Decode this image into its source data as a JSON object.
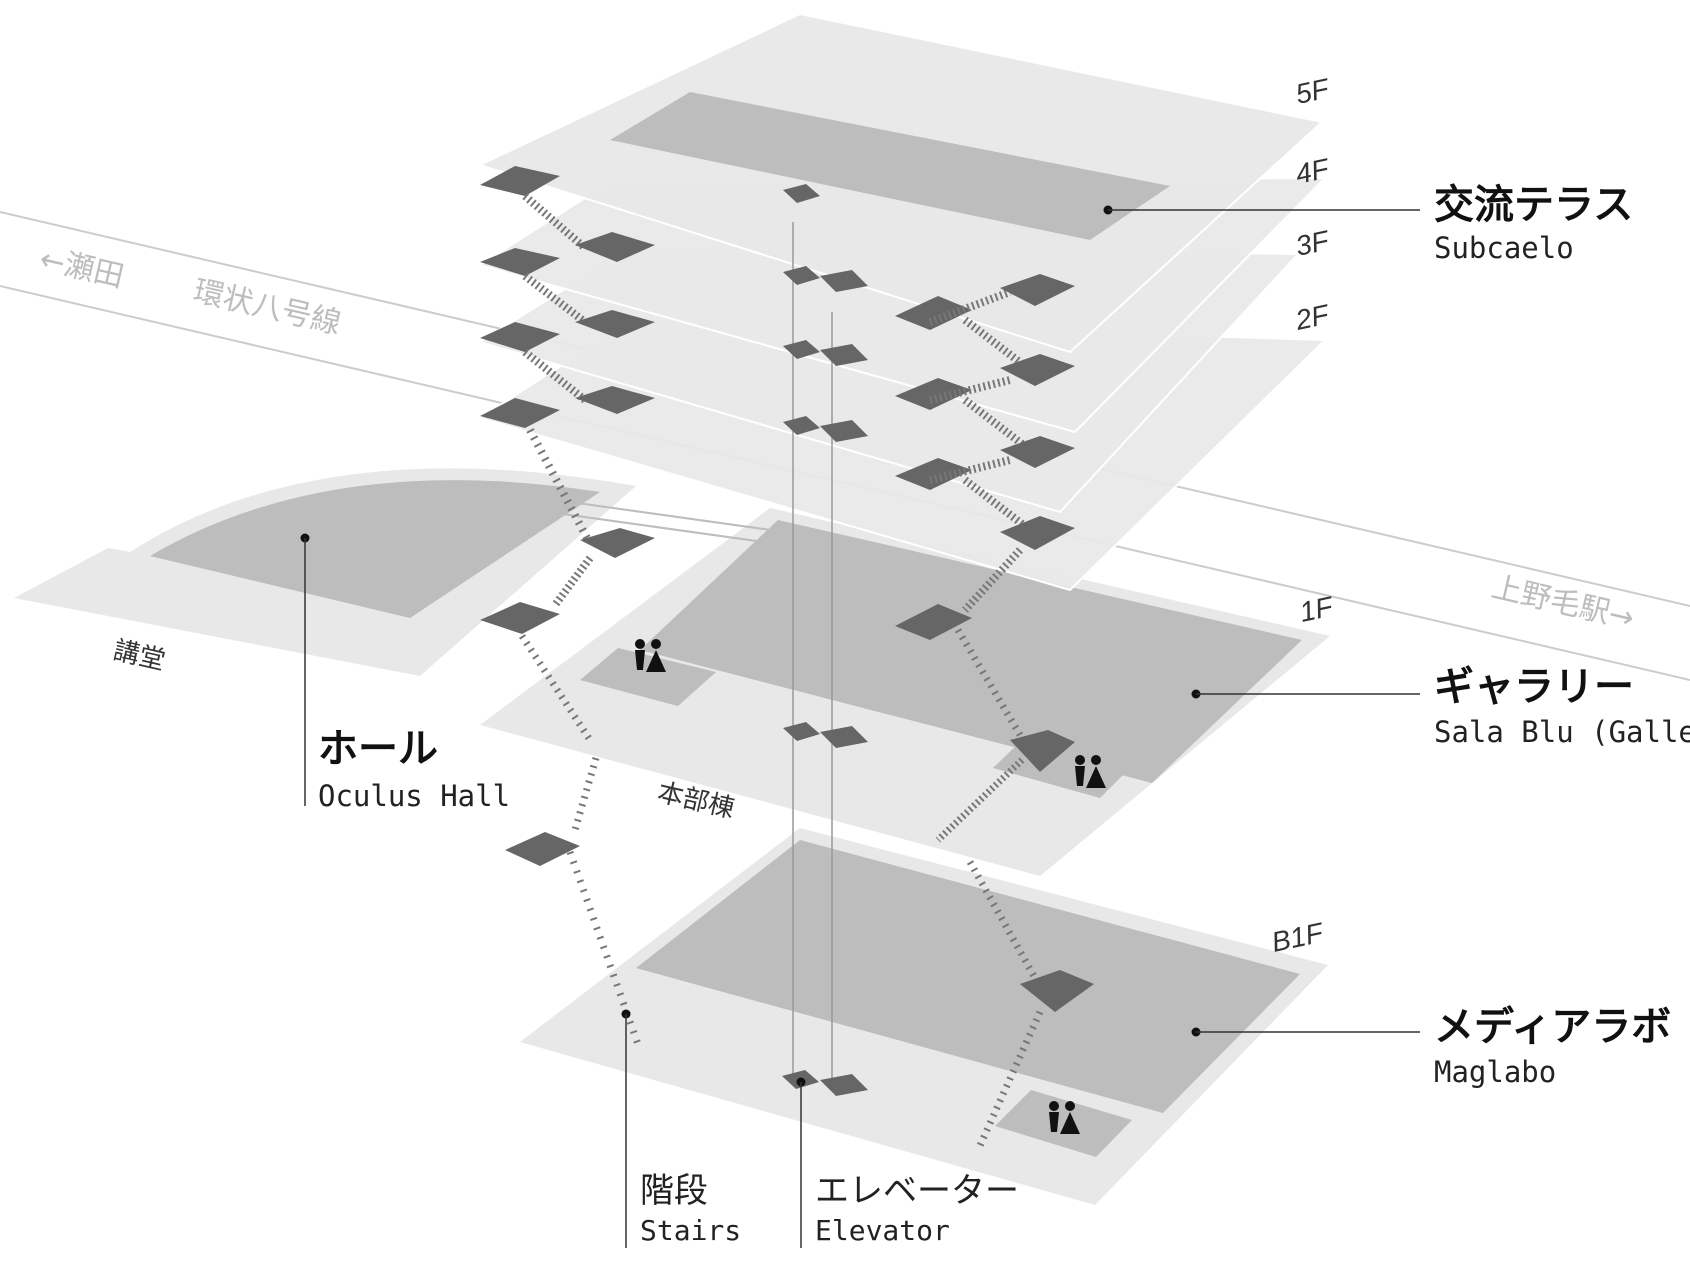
{
  "floors": {
    "f5": "5F",
    "f4": "4F",
    "f3": "3F",
    "f2": "2F",
    "f1": "1F",
    "b1": "B1F"
  },
  "road": {
    "to_left": "←瀬田",
    "name": "環状八号線",
    "to_right": "上野毛駅→"
  },
  "buildings": {
    "auditorium": "講堂",
    "main": "本部棟"
  },
  "callouts": {
    "terrace": {
      "ja": "交流テラス",
      "en": "Subcaelo"
    },
    "gallery": {
      "ja": "ギャラリー",
      "en": "Sala Blu (Gallery)"
    },
    "hall": {
      "ja": "ホール",
      "en": "Oculus Hall"
    },
    "medialab": {
      "ja": "メディアラボ",
      "en": "Maglabo"
    }
  },
  "legend": {
    "stairs": {
      "ja": "階段",
      "en": "Stairs"
    },
    "elevator": {
      "ja": "エレベーター",
      "en": "Elevator"
    }
  },
  "colors": {
    "floor_plate": "#e8e8e8",
    "room": "#bdbdbd",
    "stair": "#666666",
    "line": "#333333",
    "road": "#cccccc"
  },
  "icons": {
    "restroom": "restroom-icon"
  }
}
